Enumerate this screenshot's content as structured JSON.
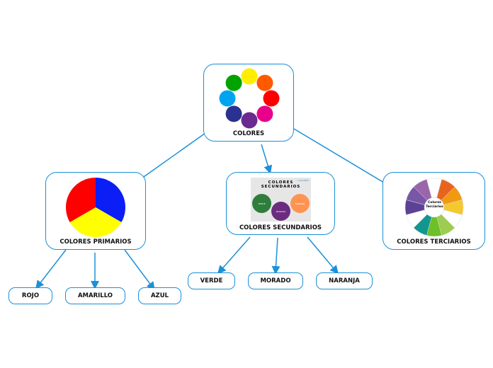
{
  "root": {
    "label": "COLORES",
    "dots": [
      "#ffee00",
      "#ff5a00",
      "#ff0000",
      "#e8008a",
      "#6a2a90",
      "#2b3190",
      "#00a3f0",
      "#00a300"
    ]
  },
  "primarios": {
    "label": "COLORES PRIMARIOS",
    "pie": [
      "#0a1ef5",
      "#ffff00",
      "#ff0000"
    ],
    "children": [
      "ROJO",
      "AMARILLO",
      "AZUL"
    ]
  },
  "secundarios": {
    "label": "COLORES SECUNDARIOS",
    "image": {
      "title_line1": "COLORES",
      "title_line2": "SECUNDARIOS",
      "brand": "+COLORES",
      "circles": [
        {
          "text": "VERDE",
          "color": "#2e7d3c"
        },
        {
          "text": "MORADO",
          "color": "#6b2c80"
        },
        {
          "text": "NARANJA",
          "color": "#ff9352"
        }
      ]
    },
    "children": [
      "VERDE",
      "MORADO",
      "NARANJA"
    ]
  },
  "terciarios": {
    "label": "COLORES TERCIARIOS",
    "center_line1": "Colores",
    "center_line2": "Terciarios",
    "wheel": [
      "#ffffff",
      "#e8641e",
      "#f09a12",
      "#f5c830",
      "#ffffff",
      "#9ccc50",
      "#6cc028",
      "#13968f",
      "#ffffff",
      "#5c4296",
      "#7a56a6",
      "#9a66aa"
    ]
  },
  "line_color": "#1a90d8"
}
